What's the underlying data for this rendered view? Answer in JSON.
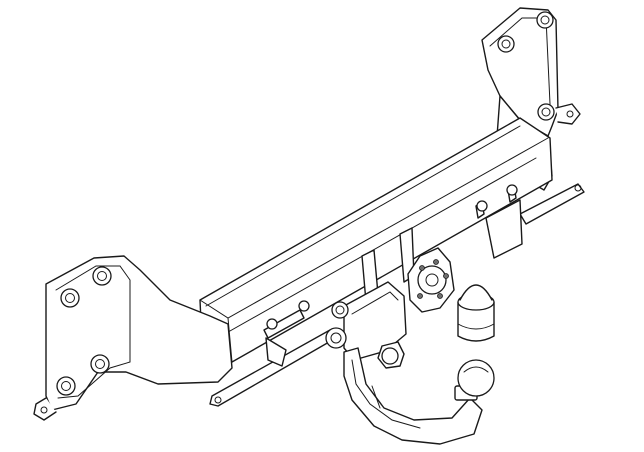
{
  "drawing": {
    "line_color": "#1a1a1a",
    "background_color": "#ffffff",
    "icons": {
      "left_bracket": "mounting-plate-left",
      "right_bracket": "mounting-plate-right",
      "crossbar": "main-crossbar",
      "ball_neck": "detachable-tow-ball",
      "ball_cover": "tow-ball-cover-cap",
      "socket_plate": "electrical-socket-plate"
    }
  }
}
